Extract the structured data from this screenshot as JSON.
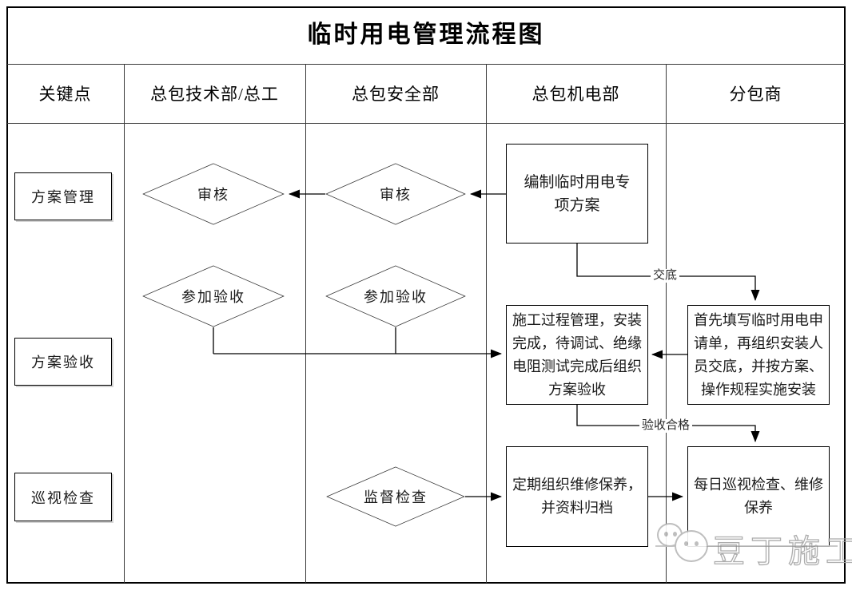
{
  "title": "临时用电管理流程图",
  "columns": [
    "关键点",
    "总包技术部/总工",
    "总包安全部",
    "总包机电部",
    "分包商"
  ],
  "key_points": [
    {
      "label": "方案管理"
    },
    {
      "label": "方案验收"
    },
    {
      "label": "巡视检查"
    }
  ],
  "nodes": {
    "review_tech": "审核",
    "review_safety": "审核",
    "join_accept_tech": "参加验收",
    "join_accept_safety": "参加验收",
    "supervise_check": "监督检查",
    "compile_plan": "编制临时用电专项方案",
    "construction_manage": "施工过程管理，安装完成，待调试、绝缘电阻测试完成后组织方案验收",
    "apply_install": "首先填写临时用电申请单，再组织安装人员交底，并按方案、操作规程实施安装",
    "periodic_maintain": "定期组织维修保养，并资料归档",
    "daily_patrol": "每日巡视检查、维修保养"
  },
  "edge_labels": {
    "disclosure": "交底",
    "acceptance_pass": "验收合格"
  },
  "watermark": {
    "text": "豆丁施工"
  },
  "colors": {
    "line": "#000000",
    "grid": "#3a3a3a",
    "background": "#ffffff",
    "watermark": "#a5a5a5"
  }
}
